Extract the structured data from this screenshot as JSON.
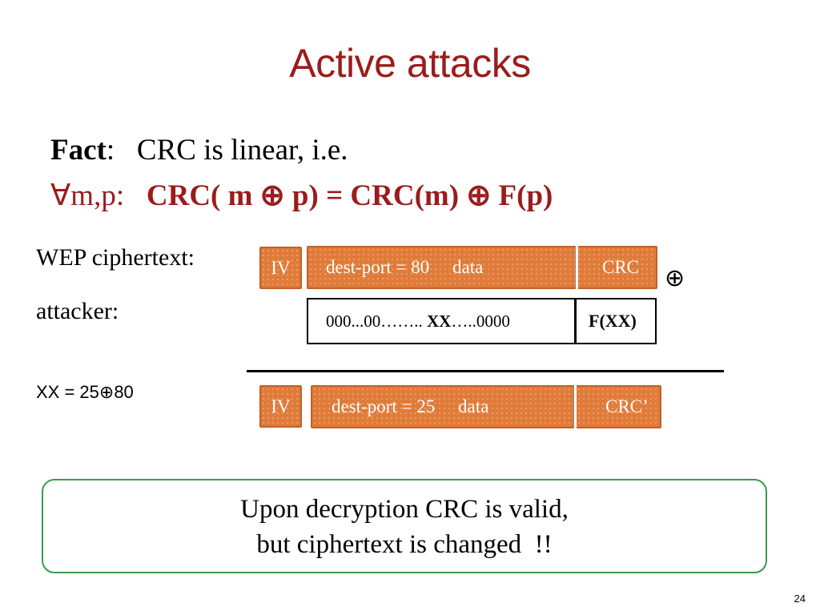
{
  "title": "Active attacks",
  "fact": {
    "label": "Fact",
    "colon": ":",
    "text": "CRC is linear, i.e."
  },
  "formula": {
    "prefix": "∀m,p:",
    "expression": "CRC( m ⊕ p) = CRC(m) ⊕ F(p)"
  },
  "rows": {
    "wep": {
      "label": "WEP ciphertext:",
      "iv": "IV",
      "content": "dest-port = 80     data",
      "crc": "CRC"
    },
    "xor_symbol": "⊕",
    "attacker": {
      "label": "attacker:",
      "content_prefix": "000...00……..",
      "content_bold": "XX",
      "content_suffix": "…..0000",
      "crc": "F(XX)"
    },
    "result": {
      "label": "XX = 25⊕80",
      "iv": "IV",
      "content": "dest-port = 25     data",
      "crc": "CRC’"
    }
  },
  "callout": {
    "line1": "Upon decryption CRC is valid,",
    "line2": "but ciphertext is changed  !!"
  },
  "page_number": "24",
  "colors": {
    "title": "#9b1c1c",
    "formula": "#9b1c1c",
    "packet_fill": "#e07b39",
    "packet_border": "#c0612a",
    "callout_border": "#3a9a4a"
  }
}
